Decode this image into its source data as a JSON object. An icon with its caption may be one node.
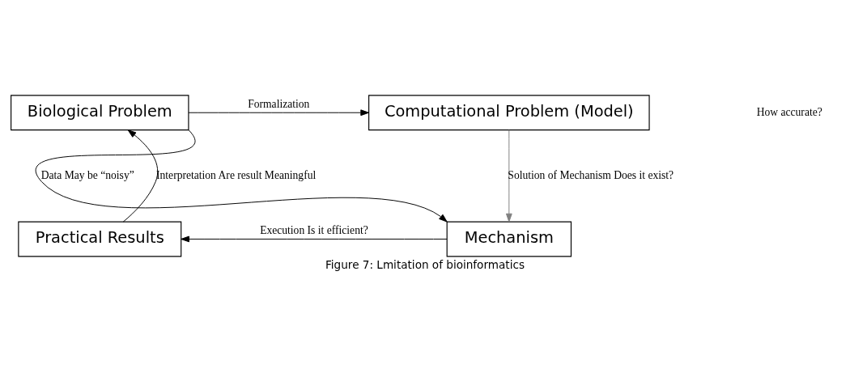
{
  "diagram": {
    "caption": "Figure 7: Lmitation of bioinformatics",
    "nodes": [
      {
        "text": [
          "Biological Problem"
        ]
      },
      {
        "text": [
          "Computational Problem (Model)"
        ]
      },
      {
        "text": [
          "Mechanism"
        ]
      },
      {
        "text": [
          "Practical Results"
        ]
      }
    ],
    "edges": [
      {
        "from": 0,
        "to": 1,
        "arrow": "to",
        "label": "Formalization"
      },
      {
        "from": 1,
        "to": 2,
        "arrow": "to",
        "label": "Solution of Mechanism Does it exist?",
        "color": "#808080"
      },
      {
        "from": 0,
        "to": 2,
        "arrow": "to",
        "label": "Data May be “noisy”"
      },
      {
        "from": 2,
        "to": 3,
        "arrow": "to",
        "label": "Execution Is it efficient?"
      },
      {
        "from": 3,
        "to": 0,
        "arrow": "to",
        "label": "Interpretation Are result Meaningful"
      }
    ],
    "labels": [
      "How accurate?"
    ]
  }
}
